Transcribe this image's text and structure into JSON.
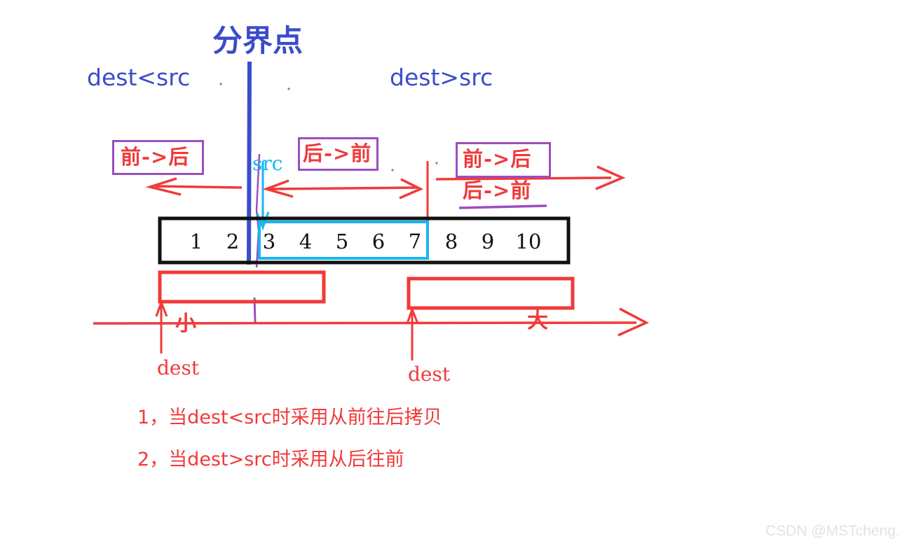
{
  "title": "memmove dest/src copy direction diagram",
  "headings": {
    "boundary_point": "分界点",
    "dest_lt_src": "dest<src",
    "dest_gt_src": "dest>src"
  },
  "direction_boxes": {
    "left": "前->后",
    "middle": "后->前",
    "right_top": "前->后",
    "right_bottom": "后->前"
  },
  "pointers": {
    "src": "src",
    "dest_left": "dest",
    "dest_right": "dest"
  },
  "axis": {
    "small": "小",
    "large": "大"
  },
  "array": {
    "cells": [
      "1",
      "2",
      "3",
      "4",
      "5",
      "6",
      "7",
      "8",
      "9",
      "10"
    ],
    "highlight_start": "3",
    "highlight_end": "7"
  },
  "notes": [
    "1，当dest<src时采用从前往后拷贝",
    "2，当dest>src时采用从后往前"
  ],
  "watermark": "CSDN @MSTcheng.",
  "colors": {
    "blue": "#3b4cca",
    "red": "#f03a3a",
    "purple": "#9b4ec0",
    "cyan": "#18b6ef",
    "black": "#111111",
    "watermark": "#e3e3e3"
  }
}
